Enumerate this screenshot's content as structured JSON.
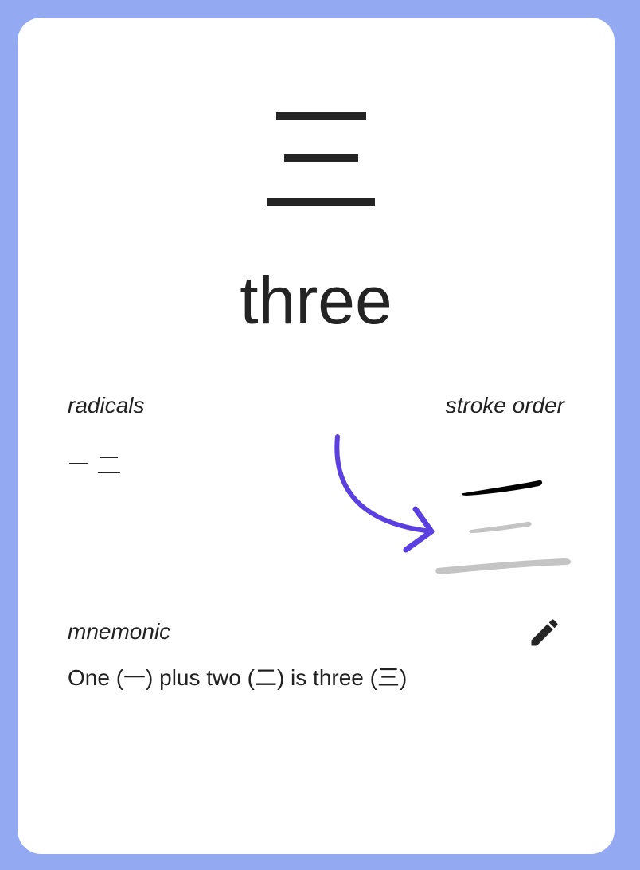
{
  "card": {
    "kanji": "三",
    "meaning": "three",
    "radicals_label": "radicals",
    "radicals": [
      "一",
      "二"
    ],
    "stroke_order_label": "stroke order",
    "mnemonic_label": "mnemonic",
    "mnemonic_text": "One (一) plus two (二) is three (三)",
    "edit_icon": "pencil-icon"
  },
  "colors": {
    "background": "#93aaf3",
    "card": "#ffffff",
    "text": "#242424",
    "arrow": "#5b3fe0",
    "stroke_active": "#000000",
    "stroke_pending": "#c4c4c4"
  }
}
